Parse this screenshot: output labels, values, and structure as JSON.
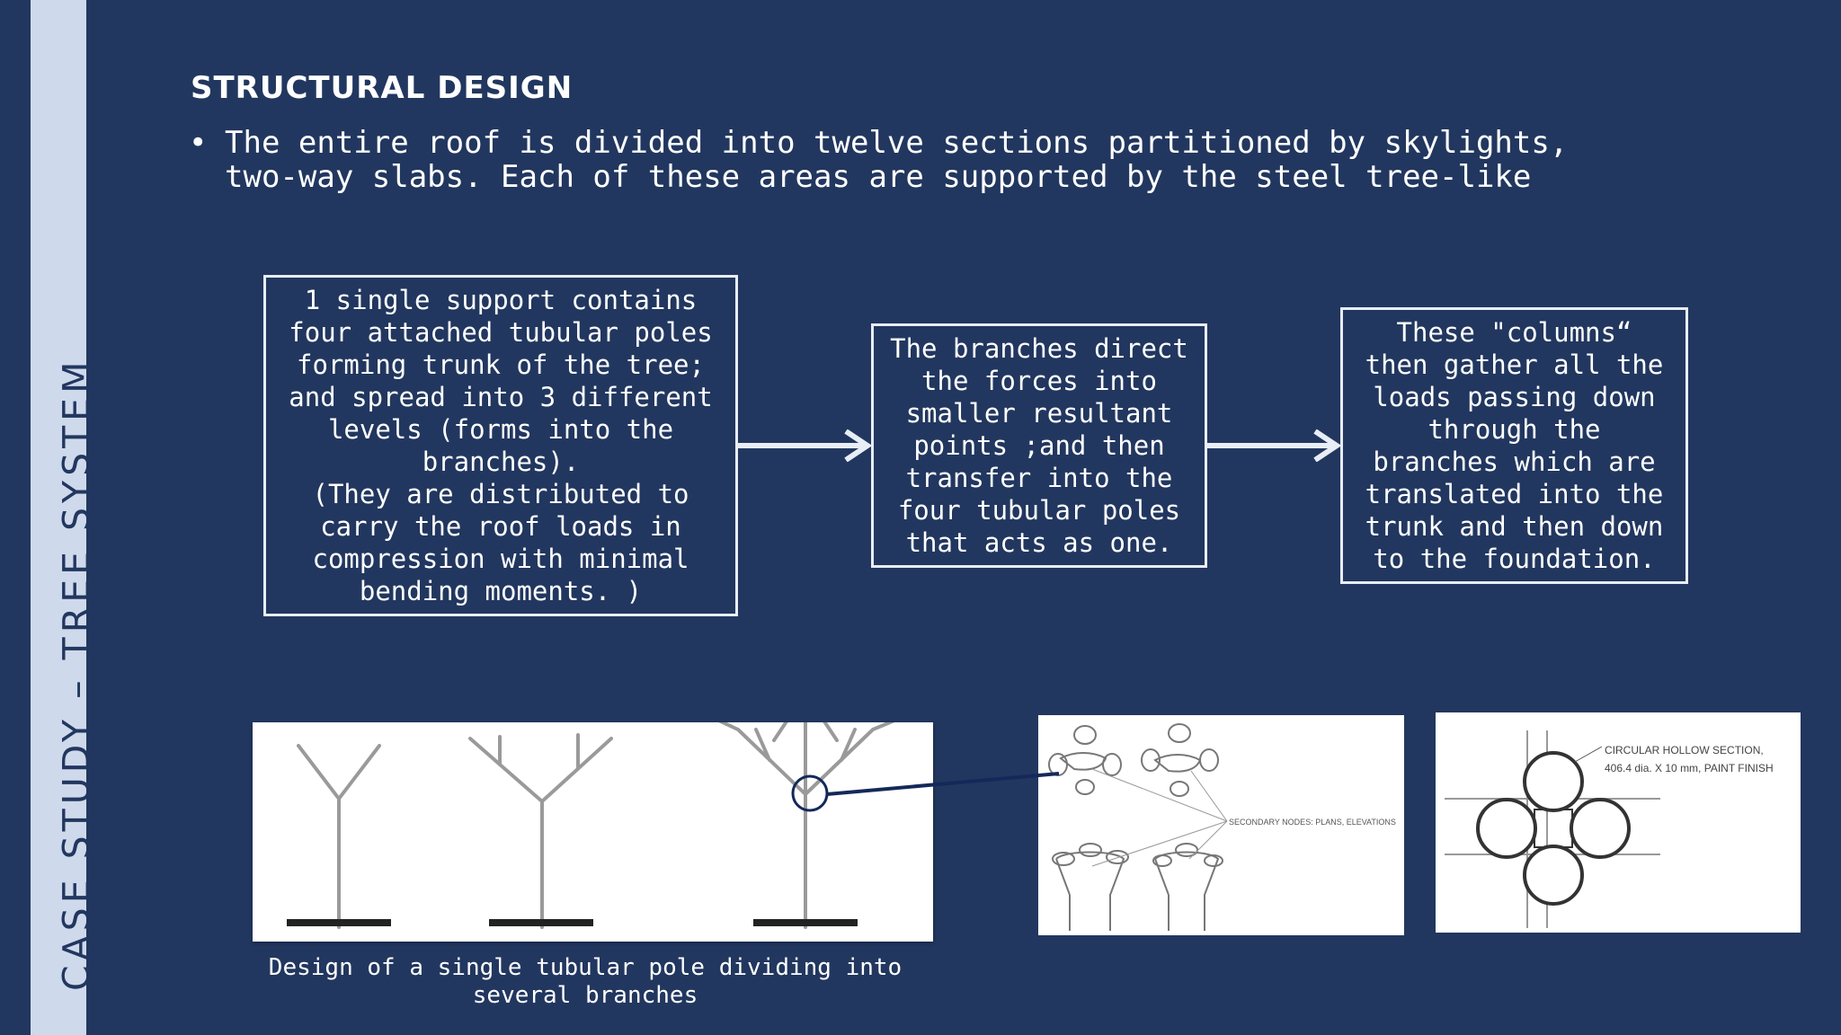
{
  "sidebar": {
    "label": "CASE STUDY – TREE SYSTEM"
  },
  "header": {
    "title": "STRUCTURAL DESIGN"
  },
  "bullet": {
    "symbol": "•",
    "lines": [
      "The entire roof is divided into twelve sections partitioned by skylights,",
      "two-way slabs. Each of these areas are supported by the steel tree-like"
    ]
  },
  "flow": {
    "box1": [
      "1 single support contains",
      "four attached tubular poles",
      "forming  trunk of the tree;",
      "and spread into 3 different",
      "levels (forms into the",
      "branches).",
      "(They are distributed to",
      "carry the roof loads in",
      "compression with minimal",
      "bending moments. )"
    ],
    "box2": [
      "The branches direct",
      "the forces into",
      "smaller resultant",
      "points ;and then",
      "transfer into the",
      "four tubular poles",
      "that acts as one."
    ],
    "box3": [
      "These \"columns“",
      "then gather all the",
      "loads passing down",
      "through the",
      "branches which are",
      "translated into the",
      "trunk and then down",
      "to the foundation."
    ]
  },
  "figures": {
    "nodes_label": "SECONDARY NODES: PLANS, ELEVATIONS",
    "section_label_1": "CIRCULAR HOLLOW SECTION,",
    "section_label_2": "406.4 dia. X 10 mm, PAINT FINISH"
  },
  "caption": {
    "line1": "Design of a single tubular pole dividing into",
    "line2": "several branches"
  },
  "colors": {
    "background": "#22375f",
    "sidebar_strip": "#cfd9ec",
    "text": "#ffffff",
    "connector": "#14295a"
  }
}
